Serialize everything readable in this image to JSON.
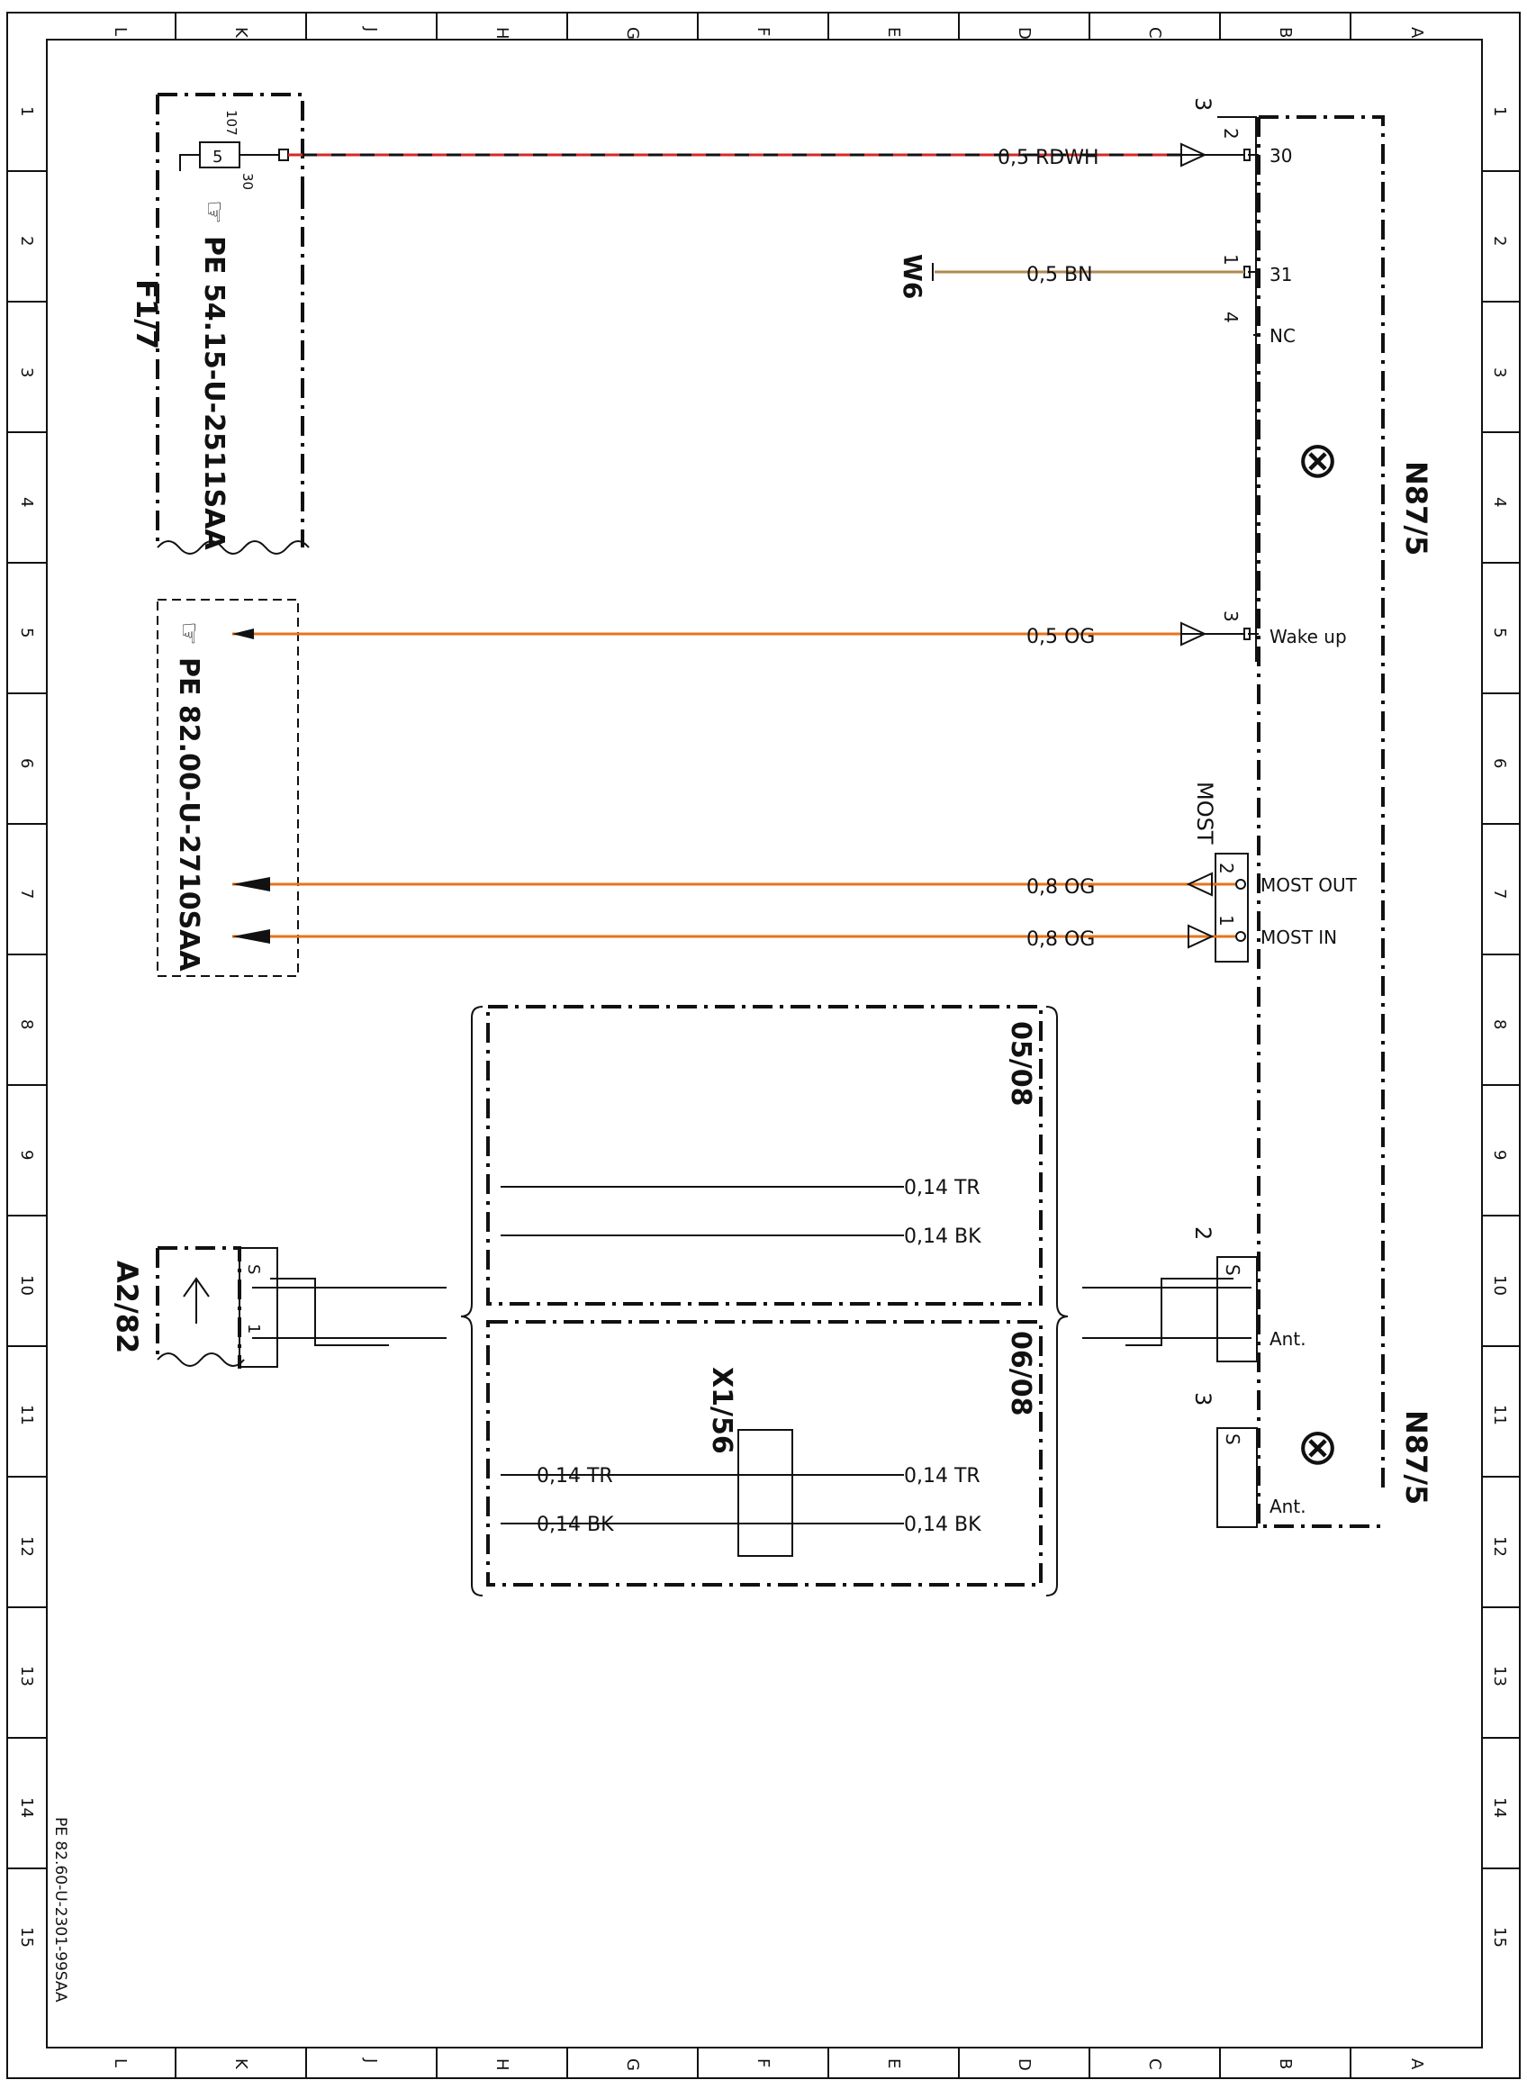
{
  "frame": {
    "columns": [
      "L",
      "K",
      "J",
      "H",
      "G",
      "F",
      "E",
      "D",
      "C",
      "B",
      "A"
    ],
    "rows": [
      "1",
      "2",
      "3",
      "4",
      "5",
      "6",
      "7",
      "8",
      "9",
      "10",
      "11",
      "12",
      "13",
      "14",
      "15"
    ],
    "doc_ref": "PE 82.60-U-2301-99SAA"
  },
  "components": {
    "f17": {
      "label": "F1/7",
      "ref": "PE 54.15-U-2511SAA",
      "fuse": "5",
      "pin_top": "107",
      "pin_bottom": "30"
    },
    "pe82": {
      "ref": "PE 82.00-U-2710SAA"
    },
    "n875_top": {
      "label": "N87/5",
      "connectors": [
        "3",
        "MOST"
      ]
    },
    "n875_bottom": {
      "label": "N87/5",
      "connectors": [
        "2",
        "3"
      ]
    },
    "w6": {
      "label": "W6"
    },
    "a282": {
      "label": "A2/82",
      "pin_s": "S",
      "pin_1": "1"
    },
    "x156": {
      "label": "X1/56"
    }
  },
  "pins": [
    {
      "num": "2",
      "name": "30"
    },
    {
      "num": "1",
      "name": "31"
    },
    {
      "num": "4",
      "name": "NC"
    },
    {
      "num": "3",
      "name": "Wake up"
    },
    {
      "num": "2",
      "name": "MOST OUT"
    },
    {
      "num": "1",
      "name": "MOST IN"
    },
    {
      "num": "S",
      "name": "Ant."
    },
    {
      "num": "S",
      "name": "Ant."
    }
  ],
  "wires": {
    "w1": {
      "label": "0,5 RDWH",
      "color": "#d42a2a"
    },
    "w2": {
      "label": "0,5 BN",
      "color": "#b08a50"
    },
    "w3": {
      "label": "0,5 OG",
      "color": "#e8731a"
    },
    "w4": {
      "label": "0,8 OG",
      "color": "#e8731a"
    },
    "w5": {
      "label": "0,8 OG",
      "color": "#e8731a"
    },
    "c1tr": {
      "label": "0,14 TR"
    },
    "c1bk": {
      "label": "0,14 BK"
    },
    "c2tr_l": {
      "label": "0,14 TR"
    },
    "c2bk_l": {
      "label": "0,14 BK"
    },
    "c2tr_r": {
      "label": "0,14 TR"
    },
    "c2bk_r": {
      "label": "0,14 BK"
    }
  },
  "variants": {
    "v1": "05/08",
    "v2": "06/08"
  }
}
